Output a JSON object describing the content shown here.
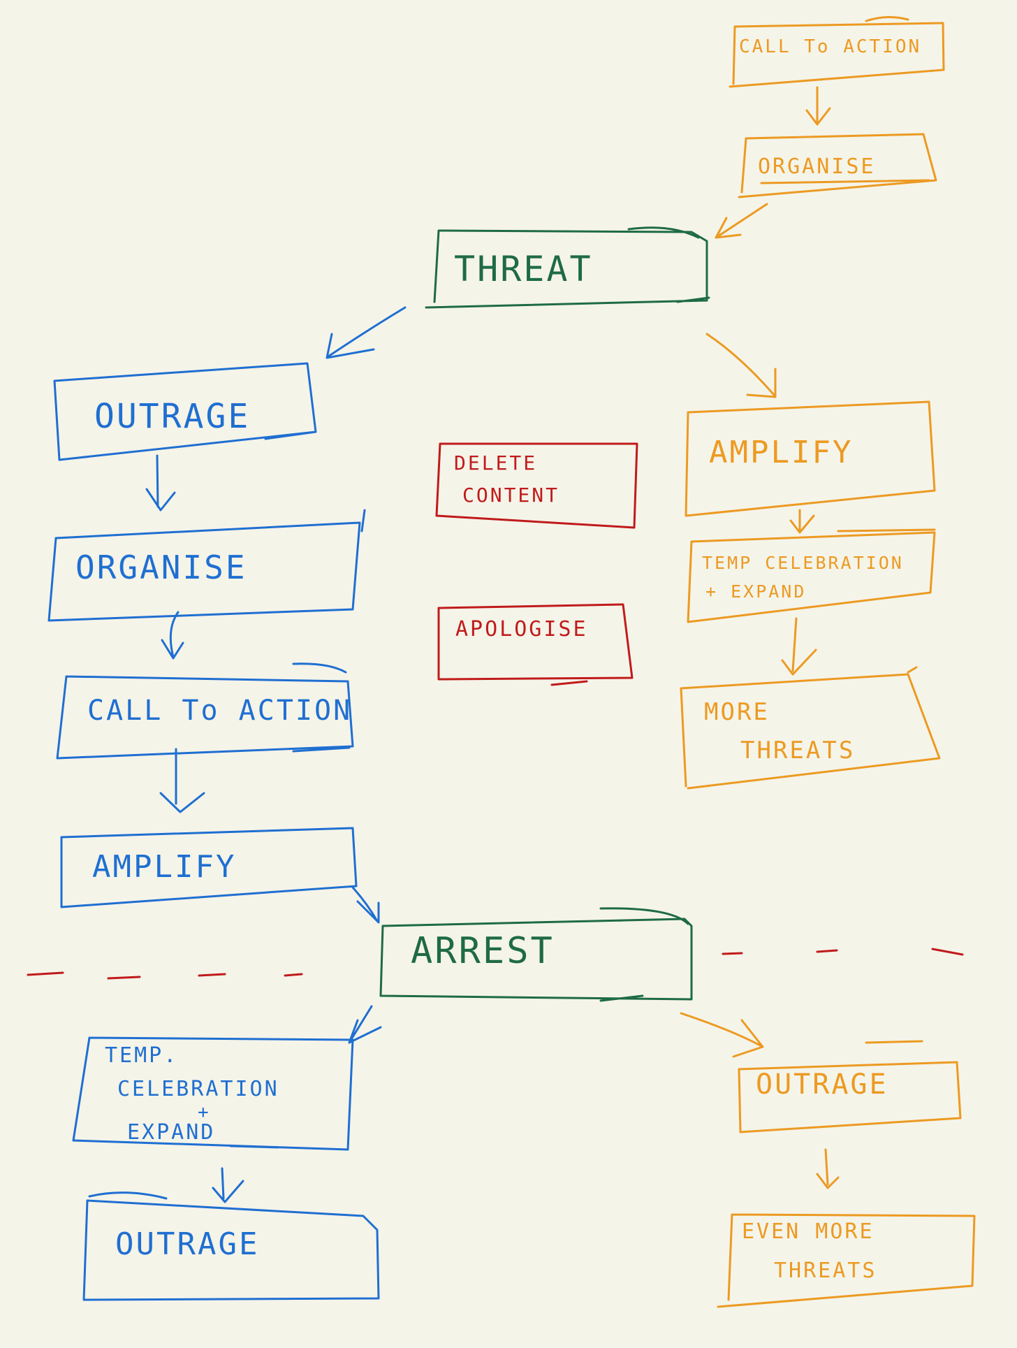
{
  "colors": {
    "background": "#f5f4e9",
    "blue": "#1f6fd1",
    "orange": "#ec9a22",
    "green": "#1e6b45",
    "red": "#c01b1b"
  },
  "nodes": {
    "call_to_action_top": "CALL To ACTION",
    "organise_top": "ORGANISE",
    "threat": "THREAT",
    "outrage_left": "OUTRAGE",
    "organise_left": "ORGANISE",
    "call_to_action_left": "CALL To ACTION",
    "amplify_left": "AMPLIFY",
    "delete_content_line1": "DELETE",
    "delete_content_line2": "CONTENT",
    "apologise": "APOLOGISE",
    "amplify_right": "AMPLIFY",
    "temp_celebration_right_line1": "TEMP CELEBRATION",
    "temp_celebration_right_line2": "+ EXPAND",
    "more_threats_line1": "MORE",
    "more_threats_line2": "THREATS",
    "arrest": "ARREST",
    "temp_celebration_left_line1": "TEMP.",
    "temp_celebration_left_line2": "CELEBRATION",
    "temp_celebration_left_line3": "+",
    "temp_celebration_left_line4": "EXPAND",
    "outrage_bottom_left": "OUTRAGE",
    "outrage_bottom_right": "OUTRAGE",
    "even_more_threats_line1": "EVEN MORE",
    "even_more_threats_line2": "THREATS"
  }
}
